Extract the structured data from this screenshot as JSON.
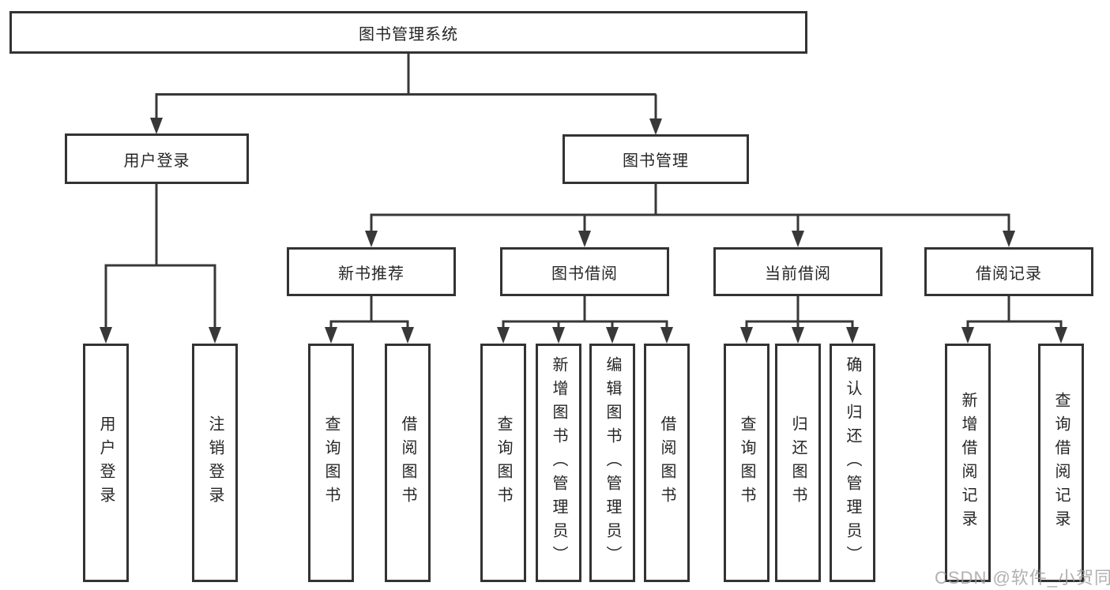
{
  "diagram": {
    "type": "hierarchy-tree",
    "line_color": "#383838",
    "box_border_color": "#333333",
    "text_color": "#262626",
    "background_color": "#ffffff",
    "tree": {
      "label": "图书管理系统",
      "children": [
        {
          "label": "用户登录",
          "children": [
            {
              "label": "用户登录"
            },
            {
              "label": "注销登录"
            }
          ]
        },
        {
          "label": "图书管理",
          "children": [
            {
              "label": "新书推荐",
              "children": [
                {
                  "label": "查询图书"
                },
                {
                  "label": "借阅图书"
                }
              ]
            },
            {
              "label": "图书借阅",
              "children": [
                {
                  "label": "查询图书"
                },
                {
                  "label": "新增图书（管理员）"
                },
                {
                  "label": "编辑图书（管理员）"
                },
                {
                  "label": "借阅图书"
                }
              ]
            },
            {
              "label": "当前借阅",
              "children": [
                {
                  "label": "查询图书"
                },
                {
                  "label": "归还图书"
                },
                {
                  "label": "确认归还（管理员）"
                }
              ]
            },
            {
              "label": "借阅记录",
              "children": [
                {
                  "label": "新增借阅记录"
                },
                {
                  "label": "查询借阅记录"
                }
              ]
            }
          ]
        }
      ]
    }
  },
  "watermark": {
    "text": "CSDN @软件_小贺同学",
    "color": "#9e9e9e"
  }
}
